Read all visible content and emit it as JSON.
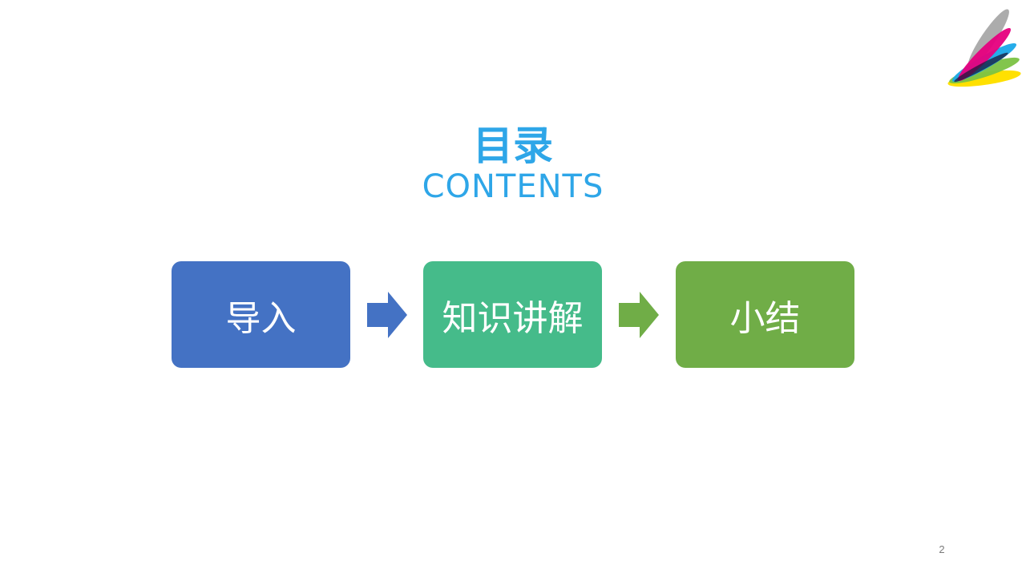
{
  "slide": {
    "title_cn": "目录",
    "title_en": "CONTENTS",
    "page_number": "2"
  },
  "steps": [
    {
      "label": "导入",
      "color": "#4472C4"
    },
    {
      "label": "知识讲解",
      "color": "#45BB8A"
    },
    {
      "label": "小结",
      "color": "#70AD47"
    }
  ],
  "arrows": [
    {
      "icon": "right-arrow-icon",
      "color": "#4472C4"
    },
    {
      "icon": "right-arrow-icon",
      "color": "#70AD47"
    }
  ],
  "logo": {
    "icon": "color-feather-logo"
  },
  "colors": {
    "title": "#2EA6E8"
  }
}
